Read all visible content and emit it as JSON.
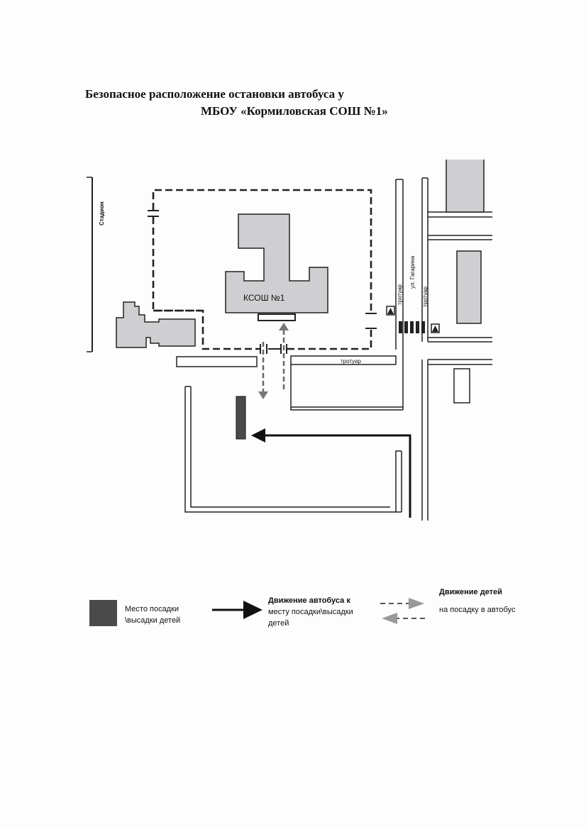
{
  "title": {
    "line1": "Безопасное расположение остановки автобуса у",
    "line2": "МБОУ «Кормиловская СОШ №1»"
  },
  "map": {
    "stadium_label": "Стадион",
    "school_label": "КСОШ №1",
    "street_label": "ул. Гагарина",
    "sidewalk_label_1": "тротуар",
    "sidewalk_label_2": "тротуар",
    "sidewalk_label_3": "тротуар",
    "crosswalk_sign_icon": "pedestrian-crossing-sign-icon",
    "colors": {
      "building": "#cfcfd2",
      "stop_place": "#4a4a4a",
      "bus_arrow": "#111111",
      "children_arrow": "#777777"
    }
  },
  "legend": {
    "stop_place_line1": "Место посадки",
    "stop_place_line2": "\\высадки детей",
    "bus_line1": "Движение автобуса к",
    "bus_line2": "месту посадки\\высадки",
    "bus_line3": "детей",
    "children_line1": "Движение детей",
    "children_line2": "на посадку в автобус"
  }
}
